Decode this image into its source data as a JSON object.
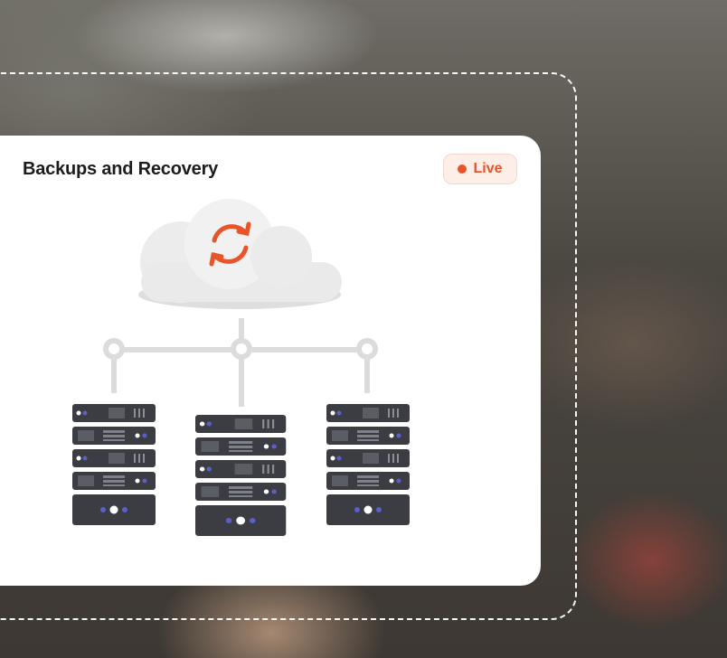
{
  "card": {
    "title": "Backups and Recovery",
    "status_label": "Live"
  },
  "illustration": {
    "cloud_icon": "sync-icon",
    "server_count": 3
  },
  "colors": {
    "accent": "#e8552b",
    "badge_bg": "#fdeee8",
    "server_body": "#3b3d43",
    "server_led_blue": "#5b5fc7",
    "connector": "#dcdcdc",
    "cloud": "#ebebeb"
  }
}
